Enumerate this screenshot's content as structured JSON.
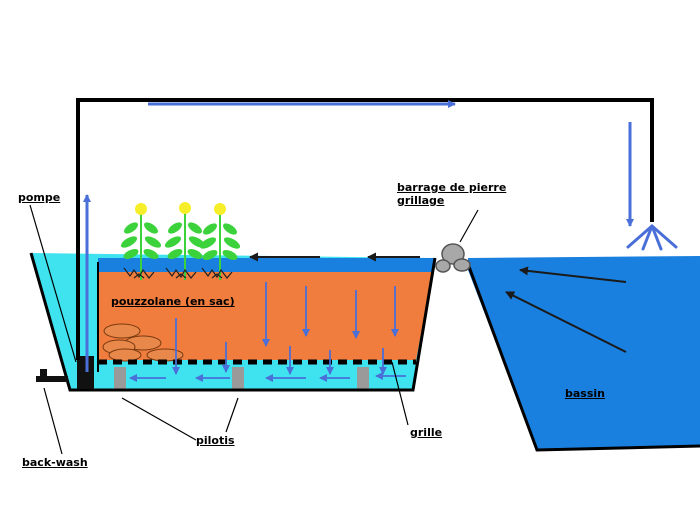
{
  "labels": {
    "pompe": "pompe",
    "barrage_line1": "barrage de pierre",
    "barrage_line2": "grillage",
    "pouzzolane": "pouzzolane (en sac)",
    "bassin": "bassin",
    "grille": "grille",
    "pilotis": "pilotis",
    "backwash": "back-wash"
  },
  "colors": {
    "pipe": "#000000",
    "flow_arrow": "#4a6fd8",
    "filter_water": "#3fe3f0",
    "pond_water": "#1a80e0",
    "media": "#f07d3e",
    "pebble": "#e8884a",
    "leaf": "#3cd23c",
    "flower": "#f7ee2a",
    "stone": "#a8a8a8",
    "pillar": "#9a9a9a"
  }
}
